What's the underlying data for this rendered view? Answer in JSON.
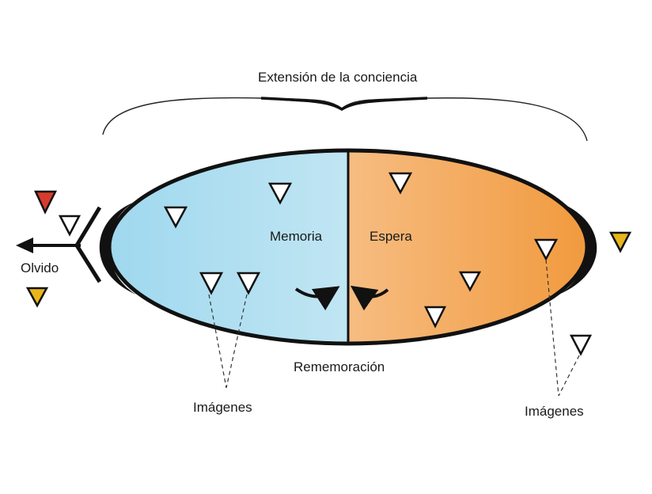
{
  "labels": {
    "extension": "Extensión de la conciencia",
    "memoria": "Memoria",
    "espera": "Espera",
    "olvido": "Olvido",
    "rememoracion": "Rememoración",
    "imagenes_left": "Imágenes",
    "imagenes_right": "Imágenes"
  },
  "colors": {
    "memory_fill": "#a8dcef",
    "expectation_fill": "#f2a552",
    "outline": "#111111",
    "red_triangle": "#d63c2c",
    "yellow_triangle": "#e8b61a"
  }
}
